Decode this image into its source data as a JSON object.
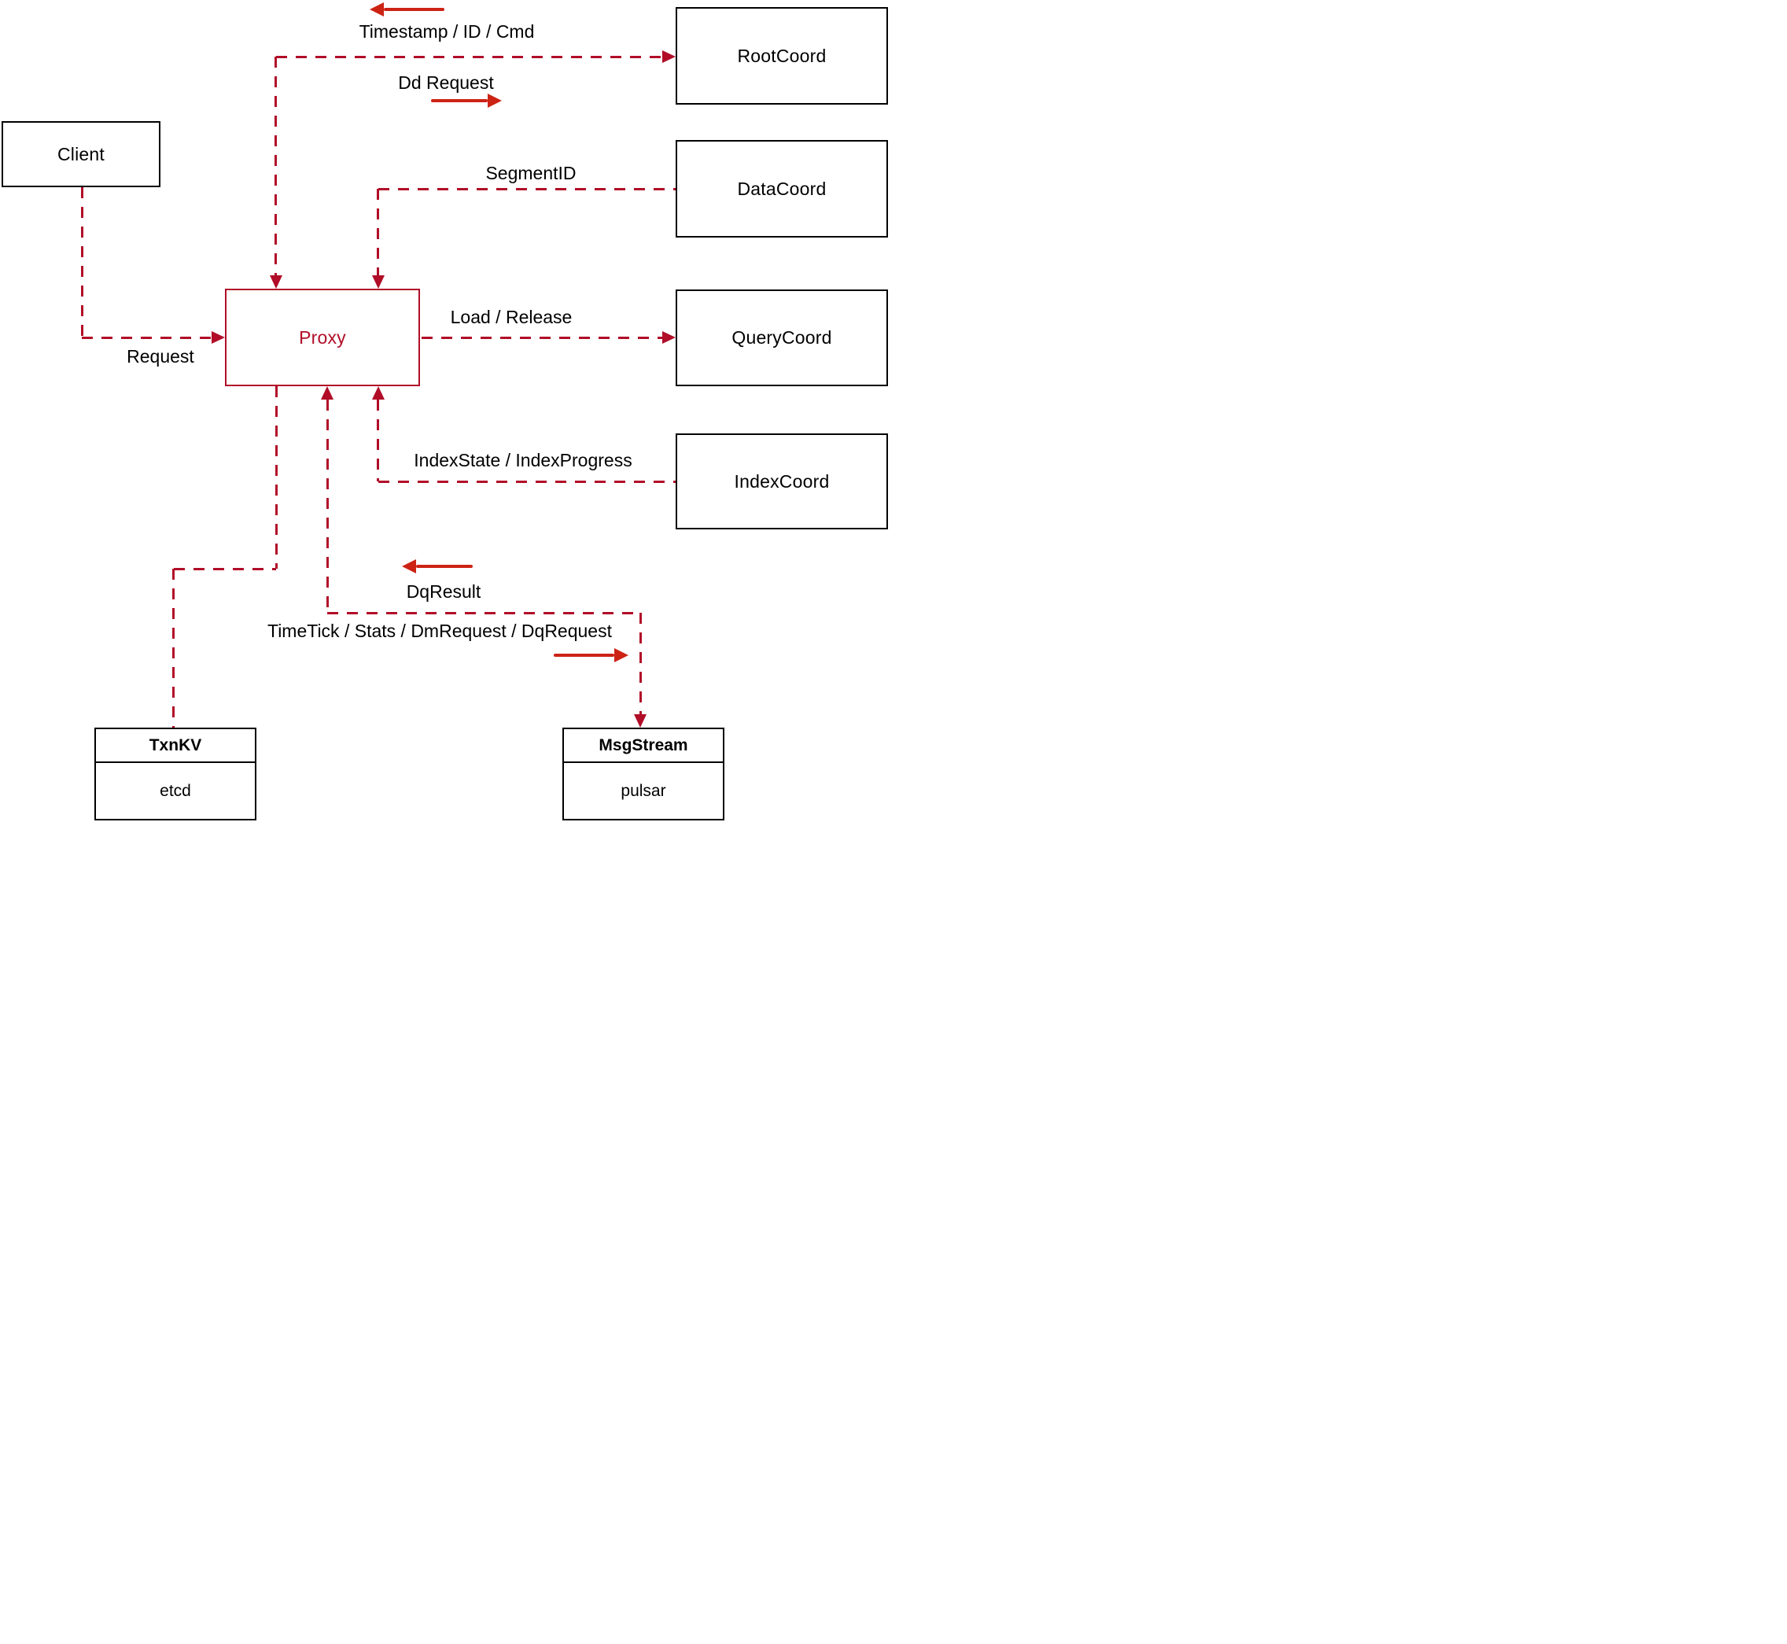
{
  "diagram": {
    "title_hint": "Milvus proxy interaction diagram",
    "nodes": {
      "client": {
        "label": "Client"
      },
      "proxy": {
        "label": "Proxy"
      },
      "root_coord": {
        "label": "RootCoord"
      },
      "data_coord": {
        "label": "DataCoord"
      },
      "query_coord": {
        "label": "QueryCoord"
      },
      "index_coord": {
        "label": "IndexCoord"
      },
      "txn_kv": {
        "title": "TxnKV",
        "impl": "etcd"
      },
      "msg_stream": {
        "title": "MsgStream",
        "impl": "pulsar"
      }
    },
    "edge_labels": {
      "timestamp_id_cmd": "Timestamp / ID / Cmd",
      "dd_request": "Dd Request",
      "segment_id": "SegmentID",
      "request": "Request",
      "load_release": "Load / Release",
      "index_state": "IndexState / IndexProgress",
      "dq_result": "DqResult",
      "time_tick": "TimeTick / Stats / DmRequest / DqRequest"
    },
    "colors": {
      "dashed_line": "#b10d28",
      "solid_arrow": "#cc2315",
      "box_border": "#000000",
      "proxy_accent": "#b10d28",
      "background": "#ffffff"
    }
  }
}
